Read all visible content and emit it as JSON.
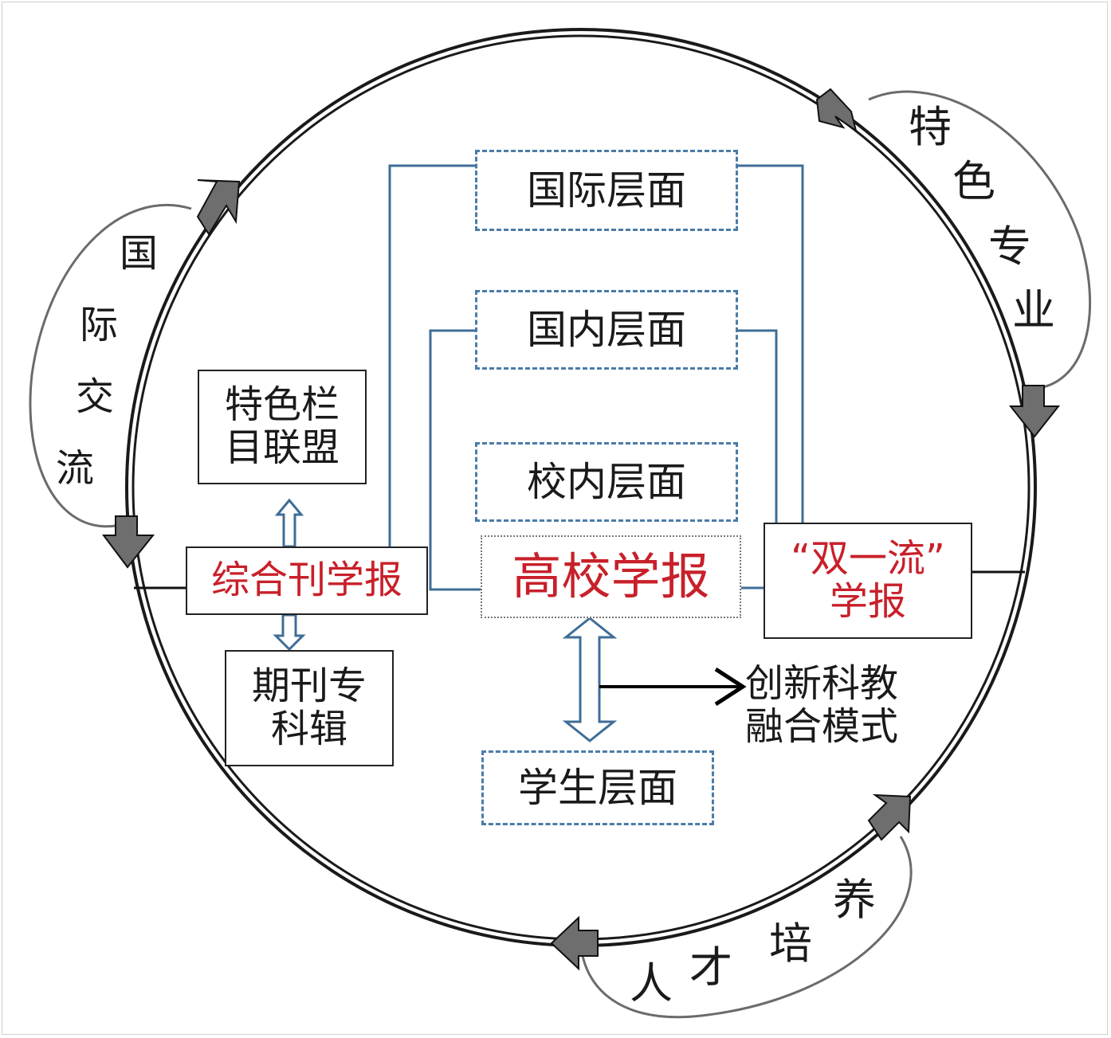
{
  "outer": {
    "international_exchange": [
      "国",
      "际",
      "交",
      "流"
    ],
    "featured_major": [
      "特",
      "色",
      "专",
      "业"
    ],
    "talent_cultivation": [
      "人",
      "才",
      "培",
      "养"
    ]
  },
  "levels": {
    "international": "国际层面",
    "domestic": "国内层面",
    "campus": "校内层面",
    "student": "学生层面"
  },
  "center": {
    "university_journal": "高校学报",
    "comprehensive_journal": "综合刊学报",
    "double_first_class_line1": "“双一流”",
    "double_first_class_line2": "学报"
  },
  "side_boxes": {
    "column_alliance_line1": "特色栏",
    "column_alliance_line2": "目联盟",
    "special_issue_line1": "期刊专",
    "special_issue_line2": "科辑"
  },
  "innovation": {
    "line1": "创新科教",
    "line2": "融合模式"
  },
  "colors": {
    "accent_red": "#c8202a",
    "connector_blue": "#3f6d96",
    "dashed_blue": "#4a7ca8",
    "ring": "#1a1a1a",
    "arrow_gray": "#6e6e6e"
  }
}
